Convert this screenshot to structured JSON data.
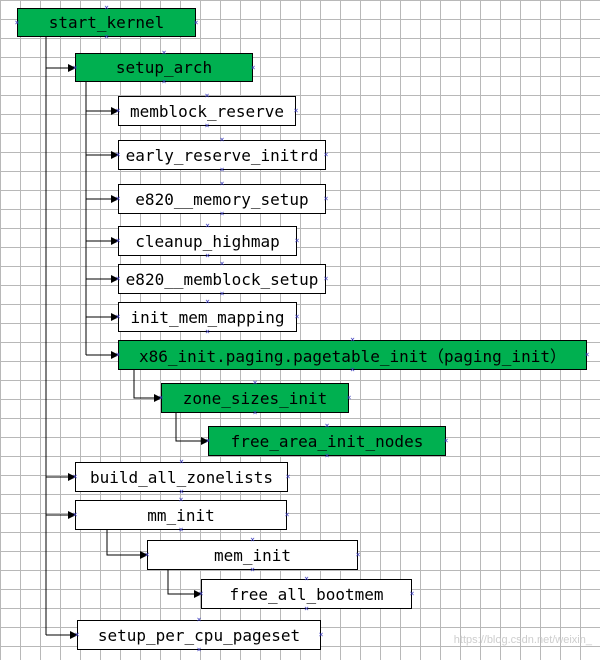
{
  "nodes": {
    "start_kernel": "start_kernel",
    "setup_arch": "setup_arch",
    "memblock_reserve": "memblock_reserve",
    "early_reserve_initrd": "early_reserve_initrd",
    "e820_memory_setup": "e820__memory_setup",
    "cleanup_highmap": "cleanup_highmap",
    "e820_memblock_setup": "e820__memblock_setup",
    "init_mem_mapping": "init_mem_mapping",
    "paging_init": "x86_init.paging.pagetable_init（paging_init）",
    "zone_sizes_init": "zone_sizes_init",
    "free_area_init_nodes": "free_area_init_nodes",
    "build_all_zonelists": "build_all_zonelists",
    "mm_init": "mm_init",
    "mem_init": "mem_init",
    "free_all_bootmem": "free_all_bootmem",
    "setup_per_cpu_pageset": "setup_per_cpu_pageset"
  },
  "highlight_color": "#00b050",
  "watermark": "https://blog.csdn.net/weixin_"
}
